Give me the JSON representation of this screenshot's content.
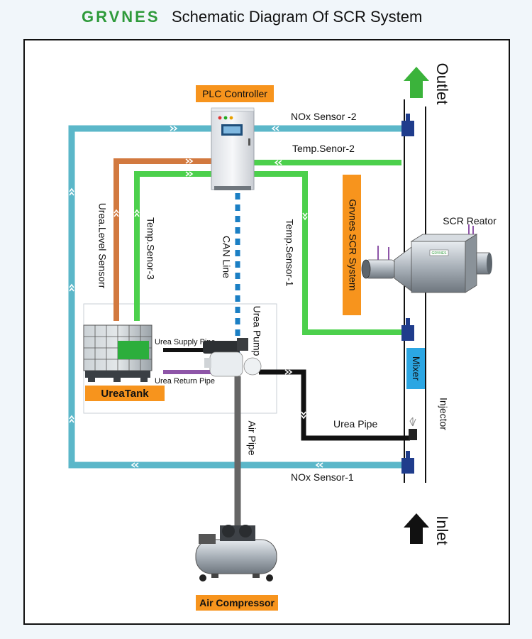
{
  "header": {
    "brand": "GRVNES",
    "title": "Schematic Diagram  Of  SCR System"
  },
  "labels": {
    "plc_controller": "PLC Controller",
    "outlet": "Outlet",
    "inlet": "Inlet",
    "nox_sensor_2": "NOx Sensor -2",
    "nox_sensor_1": "NOx Sensor-1",
    "temp_sensor_2": "Temp.Senor-2",
    "temp_sensor_3": "Temp.Senor-3",
    "temp_sensor_1": "Temp.Sensor-1",
    "urea_level_sensor": "Urea.Level Sensorr",
    "can_line": "CAN Line",
    "grvnes_scr_system": "Grvnes SCR System",
    "scr_reactor": "SCR  Reator",
    "urea_pump": "Urea  Pump",
    "urea_supply_pipe": "Urea Supply Pipe",
    "urea_return_pipe": "Urea Return Pipe",
    "urea_tank": "UreaTank",
    "mixer": "Mixer",
    "injector": "Injector",
    "urea_pipe": "Urea  Pipe",
    "air_pipe": "Air Pipe",
    "air_compressor": "Air Compressor",
    "reactor_plate": "GRVNES"
  },
  "colors": {
    "brand_green": "#2e9a3a",
    "orange_tag": "#f7941d",
    "nox_line": "#5bb7c9",
    "temp_line": "#4cd04c",
    "urea_level_line": "#d2793f",
    "return_pipe": "#8e55a8",
    "can_line": "#1b7fc4",
    "mixer": "#2ba6e3",
    "sensor_block": "#1f3c8c",
    "air_pipe": "#666666"
  }
}
